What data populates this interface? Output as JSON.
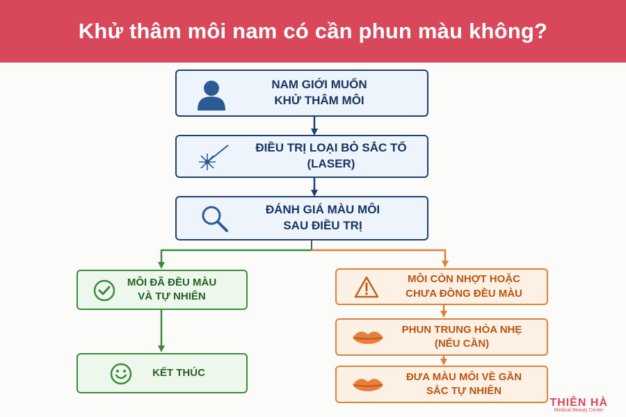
{
  "title": "Khử thâm môi nam có cần phun màu không?",
  "nodes": {
    "start": {
      "line1": "NAM GIỚI MUỐN",
      "line2": "KHỬ THÂM MÔI",
      "icon": "person-icon"
    },
    "laser": {
      "line1": "ĐIỀU TRỊ LOẠI BỎ SẮC TỐ",
      "line2": "(LASER)",
      "icon": "laser-icon"
    },
    "evaluate": {
      "line1": "ĐÁNH GIÁ MÀU MÔI",
      "line2": "SAU ĐIỀU TRỊ",
      "icon": "magnifier-icon"
    },
    "even": {
      "line1": "MÔI ĐÃ ĐỀU MÀU",
      "line2": "VÀ TỰ NHIÊN",
      "icon": "check-circle-icon"
    },
    "end": {
      "line1": "KẾT THÚC",
      "icon": "smiley-icon"
    },
    "uneven": {
      "line1": "MÔI CÒN NHỢT HOẶC",
      "line2": "CHƯA ĐỒNG ĐỀU MÀU",
      "icon": "warning-icon"
    },
    "neutralize": {
      "line1": "PHUN TRUNG HÒA NHẸ",
      "line2": "(NẾU CẦN)",
      "icon": "lips-icon"
    },
    "natural": {
      "line1": "ĐƯA MÀU MÔI VỀ GẦN",
      "line2": "SẮC TỰ NHIÊN",
      "icon": "lips-icon"
    }
  },
  "logo": {
    "name": "THIÊN HÀ",
    "tagline": "Medical Beauty Center"
  },
  "colors": {
    "banner": "#d9475a",
    "navy": "#1f3f72",
    "green": "#3a8a3a",
    "orange": "#e0803a"
  }
}
